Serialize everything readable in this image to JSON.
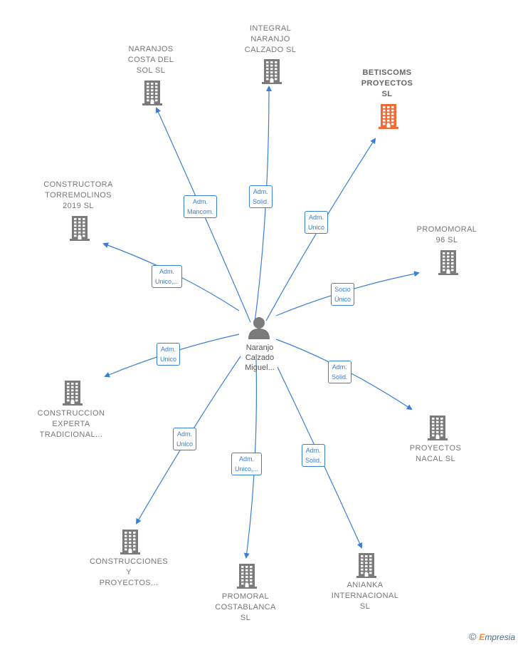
{
  "center": {
    "name": "Naranjo\nCalzado\nMiguel..."
  },
  "companies": [
    {
      "key": "naranjos",
      "name": "NARANJOS\nCOSTA DEL\nSOL  SL"
    },
    {
      "key": "integral",
      "name": "INTEGRAL\nNARANJO\nCALZADO  SL"
    },
    {
      "key": "betiscoms",
      "name": "BETISCOMS\nPROYECTOS\nSL"
    },
    {
      "key": "constructora",
      "name": "CONSTRUCTORA\nTORREMOLINOS\n2019  SL"
    },
    {
      "key": "promomoral",
      "name": "PROMOMORAL\n96  SL"
    },
    {
      "key": "construccion",
      "name": "CONSTRUCCION\nEXPERTA\nTRADICIONAL..."
    },
    {
      "key": "nacal",
      "name": "PROYECTOS\nNACAL  SL"
    },
    {
      "key": "construcciones",
      "name": "CONSTRUCCIONES\nY\nPROYECTOS..."
    },
    {
      "key": "promoral",
      "name": "PROMORAL\nCOSTABLANCA\nSL"
    },
    {
      "key": "anianka",
      "name": "ANIANKA\nINTERNACIONAL\nSL"
    }
  ],
  "relations": [
    {
      "to": "naranjos",
      "label": "Adm.\nMancom."
    },
    {
      "to": "integral",
      "label": "Adm.\nSolid."
    },
    {
      "to": "betiscoms",
      "label": "Adm.\nUnico"
    },
    {
      "to": "constructora",
      "label": "Adm.\nUnico,..."
    },
    {
      "to": "promomoral",
      "label": "Socio\nÚnico"
    },
    {
      "to": "construccion",
      "label": "Adm.\nUnico"
    },
    {
      "to": "nacal",
      "label": "Adm.\nSolid."
    },
    {
      "to": "construcciones",
      "label": "Adm.\nUnico"
    },
    {
      "to": "promoral",
      "label": "Adm.\nUnico,..."
    },
    {
      "to": "anianka",
      "label": "Adm.\nSolid."
    }
  ],
  "colors": {
    "edge": "#3a7fd5",
    "building": "#7b7b7b",
    "highlight": "#f26a35"
  },
  "footer": {
    "copyright": "©",
    "brand_initial": "E",
    "brand_rest": "mpresia"
  }
}
